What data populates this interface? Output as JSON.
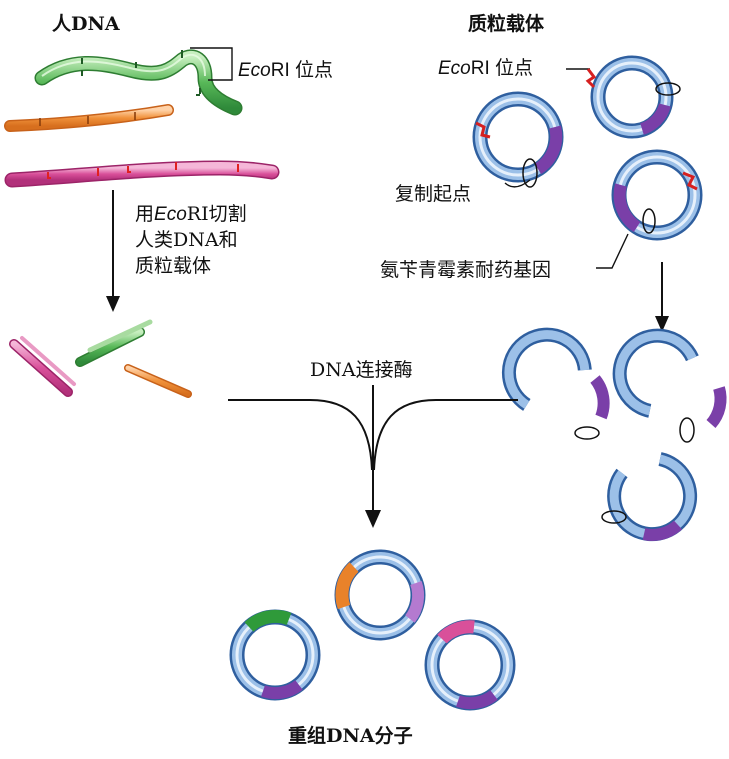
{
  "labels": {
    "human_dna": "人DNA",
    "plasmid_vector": "质粒载体",
    "ecori_site_italic": "Eco",
    "ecori_site_rest": "RI 位点",
    "cut_line1_prefix": "用",
    "cut_line1_italic": "Eco",
    "cut_line1_rest": "RI切割",
    "cut_line2": "人类DNA和",
    "cut_line3": "质粒载体",
    "origin": "复制起点",
    "amp_gene": "氨苄青霉素耐药基因",
    "ligase": "DNA连接酶",
    "recombinant": "重组DNA分子"
  },
  "colors": {
    "green_dna": "#5cb85c",
    "orange_dna": "#f0913a",
    "pink_dna": "#d9509a",
    "plasmid_blue": "#4f7fbf",
    "plasmid_light": "#c9dcf2",
    "amp_purple": "#8a55b8",
    "ecori_red": "#d62020"
  }
}
